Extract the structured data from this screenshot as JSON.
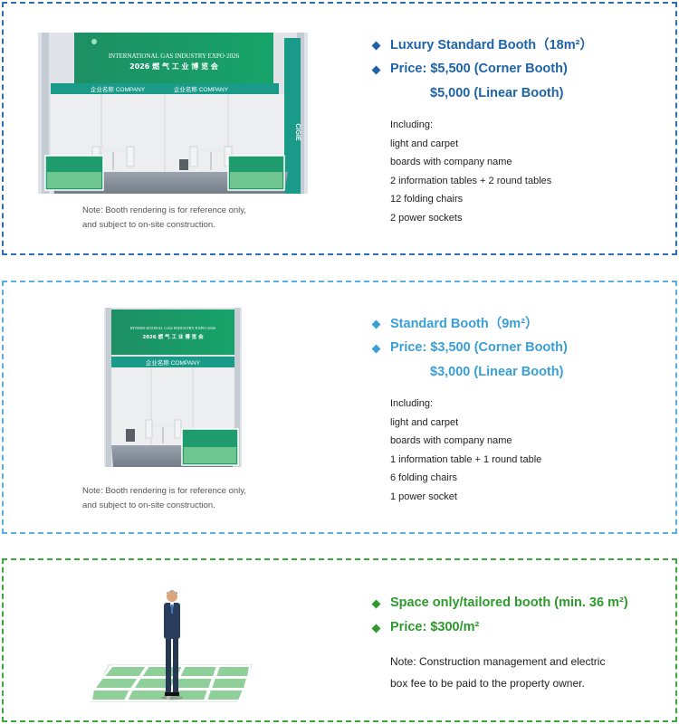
{
  "booths": [
    {
      "title": "Luxury Standard Booth（18m²）",
      "price_corner": "Price: $5,500 (Corner Booth)",
      "price_linear": "$5,000 (Linear Booth)",
      "including_title": "Including:",
      "including": [
        "light and carpet",
        "boards with company name",
        "2 information tables + 2 round tables",
        "12 folding chairs",
        "2 power sockets"
      ],
      "note_line1": "Note: Booth rendering is for reference only,",
      "note_line2": "and subject to on-site construction.",
      "image": {
        "header_line1": "INTERNATIONAL GAS INDUSTRY EXPO·2026",
        "header_line2": "2026 燃 气 工 业 博 览 会",
        "fascia_left": "企业名称   COMPANY",
        "fascia_right": "企业名称   COMPANY",
        "side_logo": "CIGIE"
      }
    },
    {
      "title": "Standard Booth（9m²）",
      "price_corner": "Price: $3,500 (Corner Booth)",
      "price_linear": "$3,000 (Linear Booth)",
      "including_title": "Including:",
      "including": [
        "light and carpet",
        "boards with company name",
        "1 information table + 1 round table",
        "6 folding chairs",
        "1 power socket"
      ],
      "note_line1": "Note: Booth rendering is for reference only,",
      "note_line2": "and subject to on-site construction.",
      "image": {
        "header_line1": "INTERNATIONAL GAS INDUSTRY EXPO·2026",
        "header_line2": "2026 燃 气 工 业 博 览 会",
        "fascia": "企业名称   COMPANY"
      }
    },
    {
      "title": "Space only/tailored booth (min. 36 m²)",
      "price": "Price: $300/m²",
      "note_line1": "Note: Construction management and electric",
      "note_line2": "box fee to be paid to the property owner."
    }
  ],
  "colors": {
    "luxury": "#1f63a8",
    "standard": "#3a9fd6",
    "space": "#2e9a2e"
  },
  "icons": [
    "diamond-bullet-icon"
  ]
}
